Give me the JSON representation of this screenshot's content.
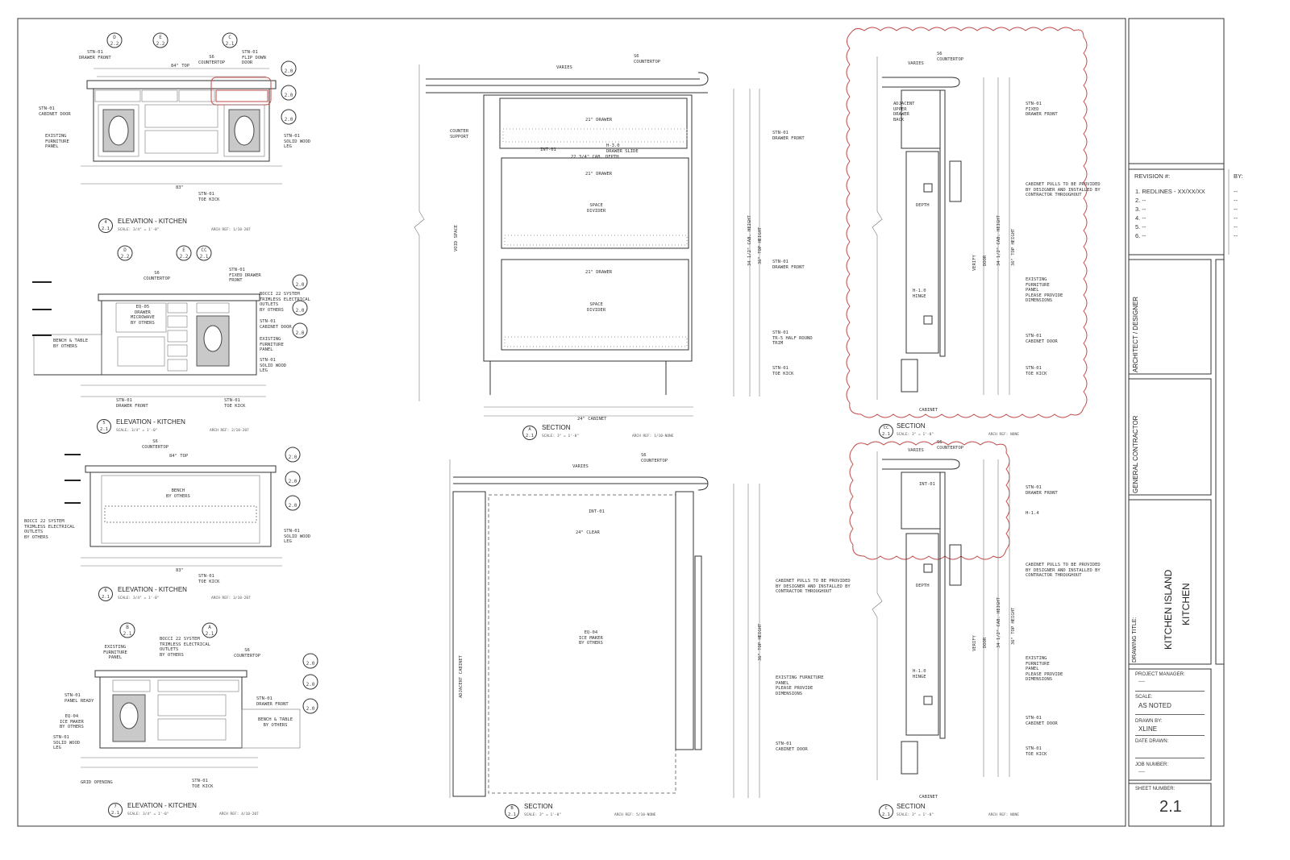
{
  "title_block": {
    "revision_header": "REVISION #:",
    "by_header": "BY:",
    "revisions": [
      {
        "num": "1.",
        "text": "REDLINES - XX/XX/XX",
        "by": "--"
      },
      {
        "num": "2.",
        "text": "--",
        "by": "--"
      },
      {
        "num": "3.",
        "text": "--",
        "by": "--"
      },
      {
        "num": "4.",
        "text": "--",
        "by": "--"
      },
      {
        "num": "5.",
        "text": "--",
        "by": "--"
      },
      {
        "num": "6.",
        "text": "--",
        "by": "--"
      }
    ],
    "architect_label": "ARCHITECT / DESIGNER",
    "contractor_label": "GENERAL CONTRACTOR",
    "drawing_title_label": "DRAWING TITLE:",
    "drawing_title_1": "KITCHEN ISLAND",
    "drawing_title_2": "KITCHEN",
    "project_manager_label": "PROJECT MANAGER:",
    "project_manager": "----",
    "scale_label": "SCALE:",
    "scale": "AS NOTED",
    "drawn_by_label": "DRAWN BY:",
    "drawn_by": "XLINE",
    "date_drawn_label": "DATE DRAWN:",
    "date_drawn": "",
    "job_number_label": "JOB NUMBER:",
    "job_number": "----",
    "sheet_number_label": "SHEET NUMBER:",
    "sheet_number": "2.1"
  },
  "views": [
    {
      "num": "4",
      "sheet": "2.1",
      "title": "ELEVATION - KITCHEN",
      "scale": "SCALE: 3/4\" = 1'-0\"",
      "ref": "ARCH REF:  1/10-207"
    },
    {
      "num": "5",
      "sheet": "2.1",
      "title": "ELEVATION - KITCHEN",
      "scale": "SCALE: 3/4\" = 1'-0\"",
      "ref": "ARCH REF:  2/10-207"
    },
    {
      "num": "6",
      "sheet": "2.1",
      "title": "ELEVATION - KITCHEN",
      "scale": "SCALE: 3/4\" = 1'-0\"",
      "ref": "ARCH REF:  3/10-207"
    },
    {
      "num": "7",
      "sheet": "2.1",
      "title": "ELEVATION - KITCHEN",
      "scale": "SCALE: 3/4\" = 1'-0\"",
      "ref": "ARCH REF:  4/10-207"
    },
    {
      "num": "A",
      "sheet": "2.1",
      "title": "SECTION",
      "scale": "SCALE: 3\" = 1'-0\"",
      "ref": "ARCH REF:  1/10-NONE"
    },
    {
      "num": "B",
      "sheet": "2.1",
      "title": "SECTION",
      "scale": "SCALE: 3\" = 1'-0\"",
      "ref": "ARCH REF:  5/10-NONE"
    },
    {
      "num": "CC",
      "sheet": "2.1",
      "title": "SECTION",
      "scale": "SCALE: 3\" = 1'-0\"",
      "ref": "ARCH REF:  NONE"
    },
    {
      "num": "C",
      "sheet": "2.1",
      "title": "SECTION",
      "scale": "SCALE: 3\" = 1'-0\"",
      "ref": "ARCH REF:  NONE"
    }
  ],
  "notes": {
    "stn01_drawer_front": "STN-01\nDRAWER FRONT",
    "s6_countertop": "S6\nCOUNTERTOP",
    "stn01_flip_down": "STN-01\nFLIP DOWN\nDOOR",
    "stn01_cabinet_door": "STN-01\nCABINET DOOR",
    "existing_panel": "EXISTING\nFURNITURE\nPANEL",
    "stn01_solid_leg": "STN-01\nSOLID WOOD\nLEG",
    "stn01_toe_kick": "STN-01\nTOE KICK",
    "top_84": "84\" TOP",
    "top_83": "83\"",
    "stn01_fixed_drawer": "STN-01\nFIXED DRAWER\nFRONT",
    "bocci": "BOCCI 22 SYSTEM\nTRIMLESS ELECTRICAL\nOUTLETS\nBY OTHERS",
    "microwave": "EQ-05\nDRAWER\nMICROWAVE\nBY OTHERS",
    "bench_table": "BENCH & TABLE\nBY OTHERS",
    "bench": "BENCH\nBY OTHERS",
    "ice_maker": "EQ-04\nICE MAKER\nBY OTHERS",
    "panel_ready": "STN-01\nPANEL READY",
    "grid_opening": "GRID OPENING",
    "varies": "VARIES",
    "counter_support": "COUNTER\nSUPPORT",
    "drawer_21": "21\" DRAWER",
    "int01": "INT-01",
    "drawer_slide": "H-3.0\nDRAWER SLIDE",
    "cab_depth": "22 3/4\" CAB. DEPTH",
    "space_divider": "SPACE\nDIVIDER",
    "void_space": "VOID SPACE",
    "half_round": "STN-01\nTR-5 HALF ROUND\nTRIM",
    "cab_height": "34 1/2\" CAB. HEIGHT",
    "top_height": "36\" TOP HEIGHT",
    "cabinet_24": "24\" CABINET",
    "clear_24": "24\" CLEAR",
    "adjacent_cabinet": "ADJACENT CABINET",
    "pulls_note": "CABINET PULLS TO BE PROVIDED\nBY DESIGNER AND INSTALLED BY\nCONTRACTOR THROUGHOUT",
    "existing_dims": "EXISTING FURNITURE\nPANEL\nPLEASE PROVIDE\nDIMENSIONS",
    "existing_dims2": "EXISTING\nFURNITURE\nPANEL\nPLEASE PROVIDE\nDIMENSIONS",
    "adjacent_upper": "ADJACENT\nUPPER\nDRAWER\nBACK",
    "fixed_drawer_front": "STN-01\nFIXED\nDRAWER FRONT",
    "hinge": "H-1.0\nHINGE",
    "h14": "H-1.4",
    "verify": "VERIFY",
    "door": "DOOR",
    "cabinet": "CABINET",
    "depth": "DEPTH"
  }
}
